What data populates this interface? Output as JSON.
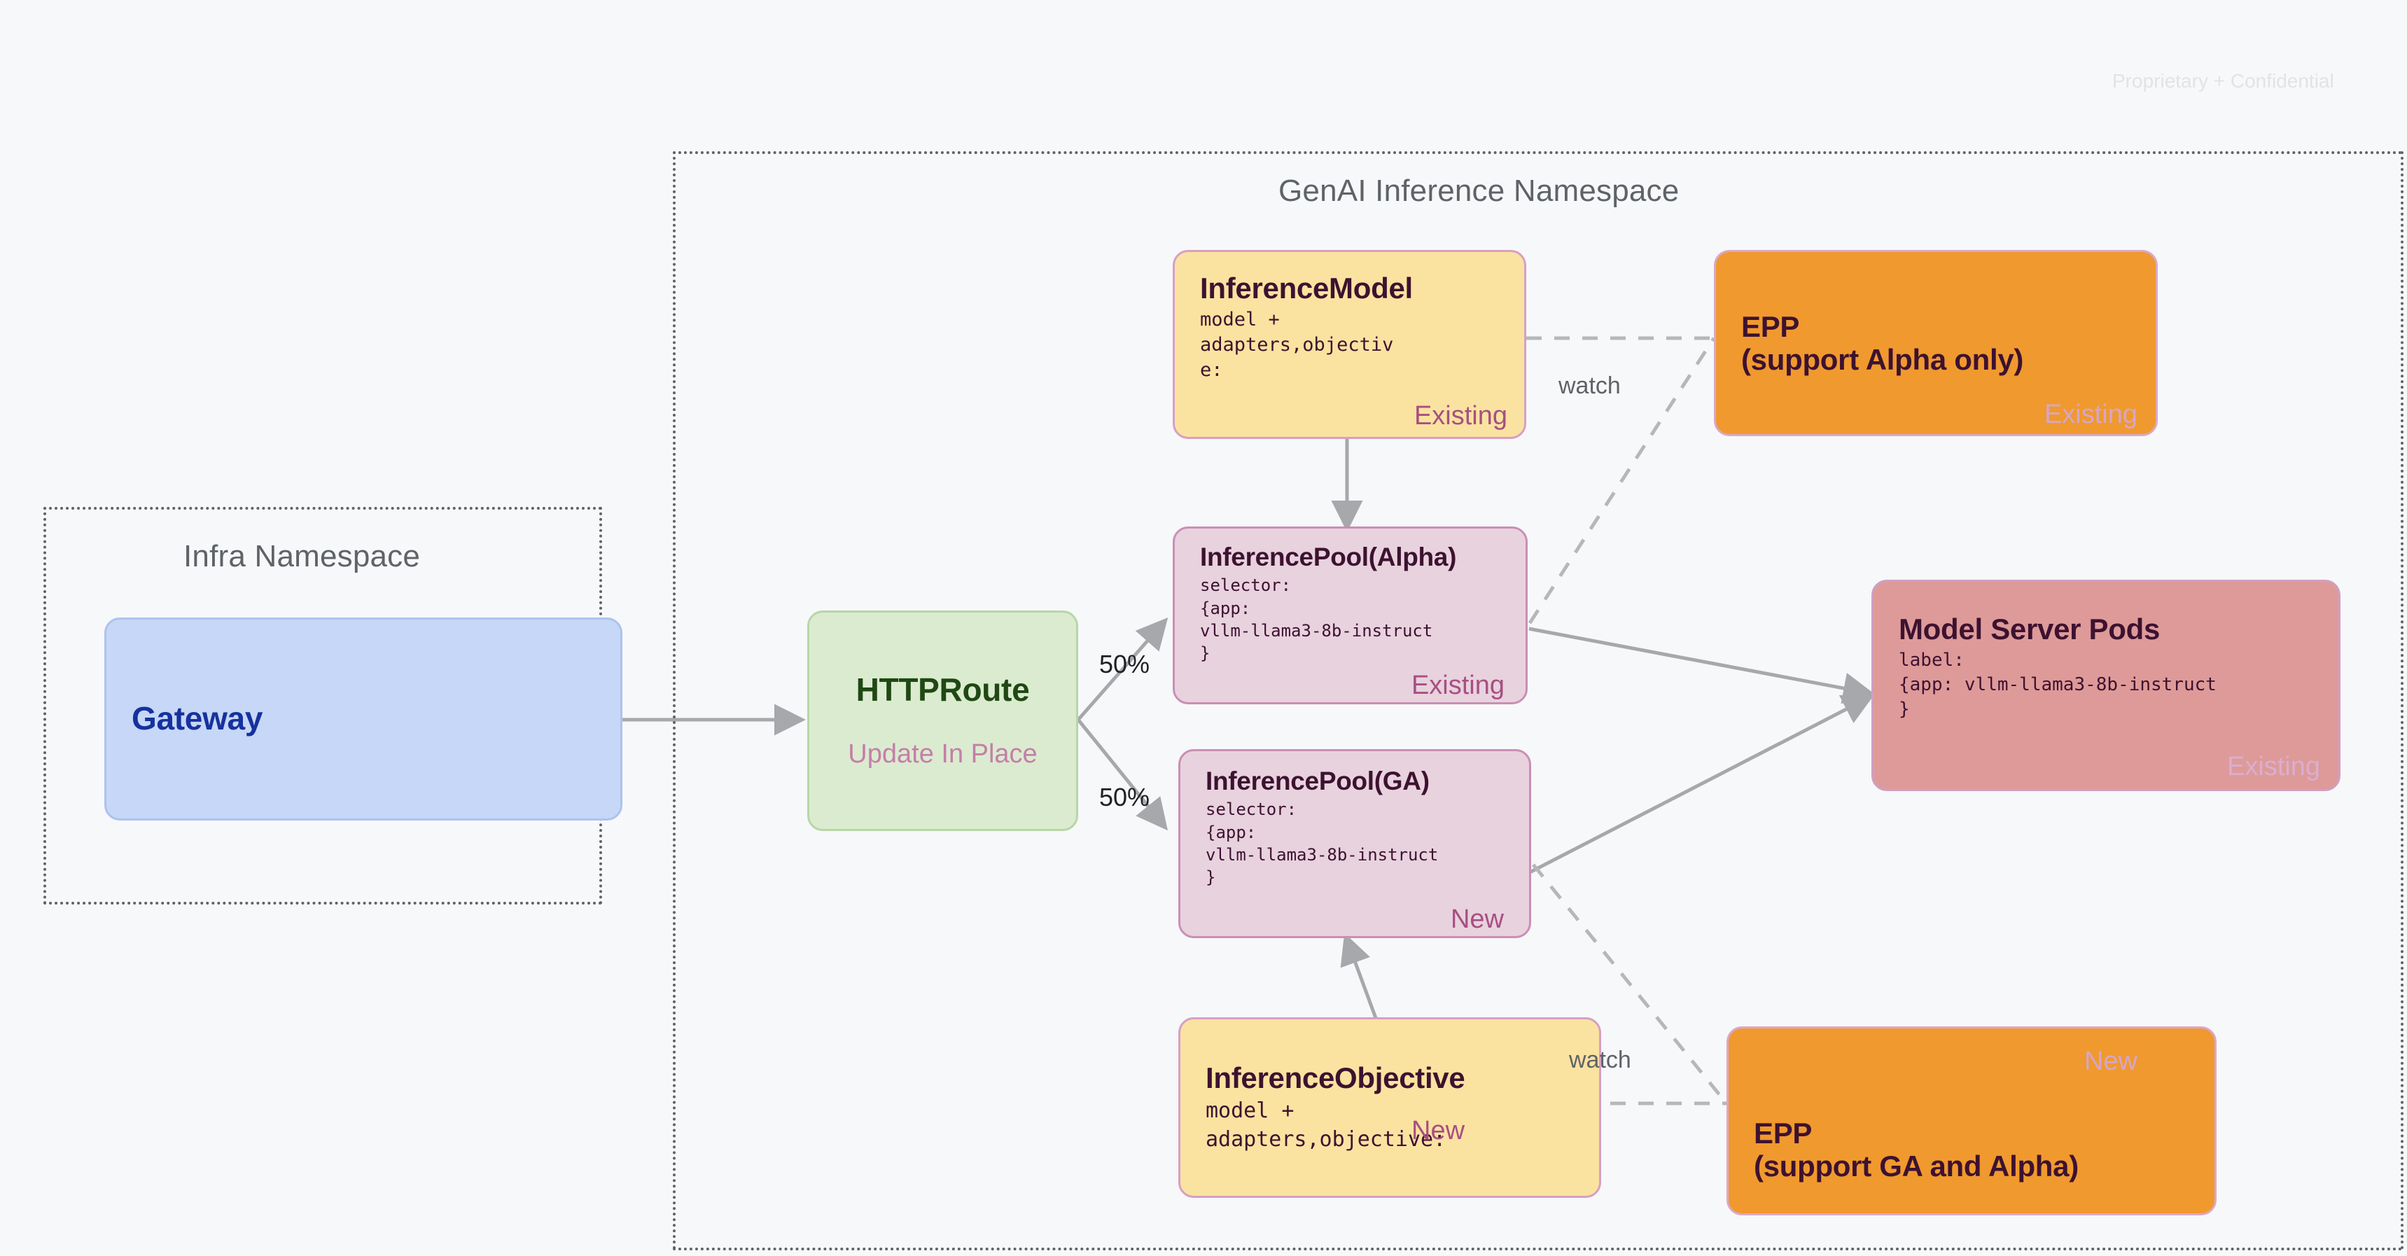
{
  "page": {
    "confidential_notice": "Proprietary + Confidential",
    "background_color": "#f7f8fa"
  },
  "namespaces": [
    {
      "id": "infra",
      "title": "Infra Namespace"
    },
    {
      "id": "genai",
      "title": "GenAI Inference Namespace"
    }
  ],
  "nodes": {
    "gateway": {
      "title": "Gateway",
      "tag": "",
      "body": ""
    },
    "httproute": {
      "title": "HTTPRoute",
      "subtitle": "Update In Place"
    },
    "inference_model": {
      "title": "InferenceModel",
      "body": "model +\nadapters,objectiv\ne:",
      "tag": "Existing"
    },
    "inference_pool_alpha": {
      "title": "InferencePool(Alpha)",
      "body": "selector:\n{app:\nvllm-llama3-8b-instruct\n}",
      "tag": "Existing"
    },
    "inference_pool_ga": {
      "title": "InferencePool(GA)",
      "body": "selector:\n{app:\nvllm-llama3-8b-instruct\n}",
      "tag": "New"
    },
    "inference_objective": {
      "title": "InferenceObjective",
      "body": "model +\nadapters,objective:",
      "tag": "New"
    },
    "epp_alpha": {
      "title": "EPP\n(support Alpha only)",
      "tag": "Existing"
    },
    "epp_ga": {
      "title": "EPP\n(support GA and Alpha)",
      "tag": "New"
    },
    "model_server_pods": {
      "title": "Model Server Pods",
      "body": "label:\n{app: vllm-llama3-8b-instruct\n}",
      "tag": "Existing"
    }
  },
  "edges": {
    "split_top_label": "50%",
    "split_bottom_label": "50%",
    "watch_top_label": "watch",
    "watch_bottom_label": "watch"
  },
  "colors": {
    "yellow": "#fae3a0",
    "pink": "#e8d2de",
    "orange": "#f0992e",
    "red": "#de9a99",
    "green": "#dbebd0",
    "blue": "#c6d7f7",
    "tag_text": "#a84f82",
    "node_text": "#3d1230",
    "edge_gray": "#a6a8ab",
    "namespace_border": "#5f6368"
  }
}
